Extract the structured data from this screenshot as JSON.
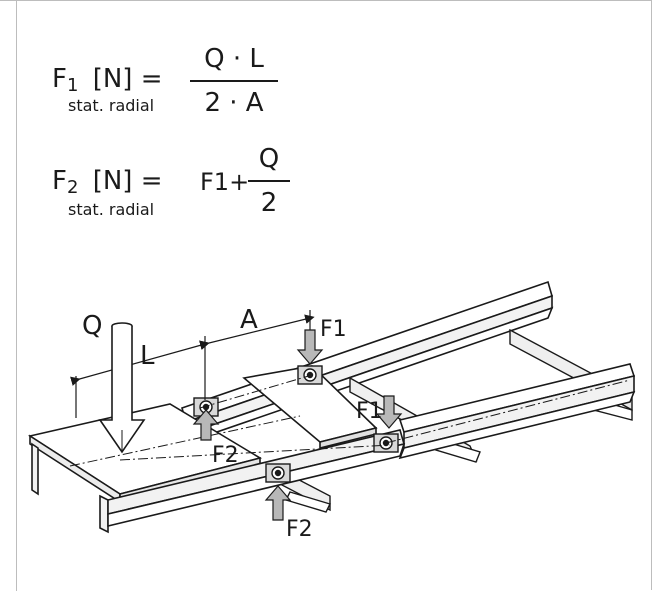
{
  "formula1": {
    "lhs_symbol": "F",
    "lhs_index": "1",
    "unit": "[N] =",
    "subscript": "stat. radial",
    "numerator": "Q · L",
    "denominator": "2 · A"
  },
  "formula2": {
    "lhs_symbol": "F",
    "lhs_index": "2",
    "unit": "[N] =",
    "subscript": "stat. radial",
    "prefix": "F1+",
    "numerator": "Q",
    "denominator": "2"
  },
  "diagram": {
    "load_label": "Q",
    "length_label": "L",
    "spacing_label": "A",
    "force_labels": {
      "f1_top": "F1",
      "f1_mid": "F1",
      "f2_left": "F2",
      "f2_bottom": "F2"
    }
  }
}
